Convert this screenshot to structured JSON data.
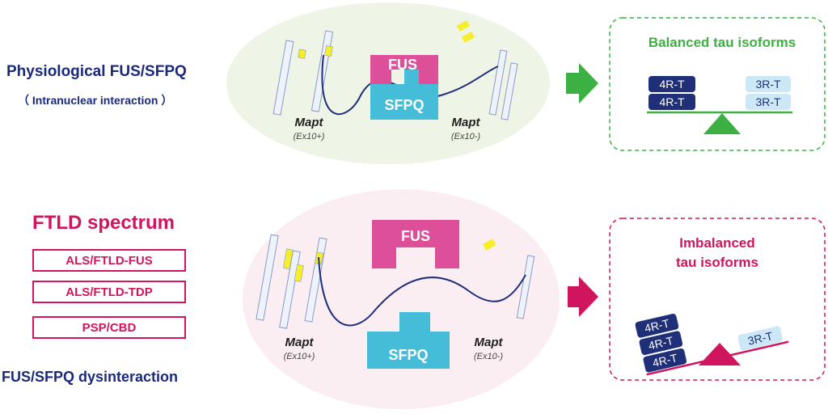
{
  "left_panel": {
    "top_title": "Physiological FUS/SFPQ",
    "top_subtitle": "（ Intranuclear interaction ）",
    "ftld_title": "FTLD spectrum",
    "disease_boxes": [
      "ALS/FTLD-FUS",
      "ALS/FTLD-TDP",
      "PSP/CBD"
    ],
    "bottom_caption": "FUS/SFPQ dysinteraction"
  },
  "top_cell": {
    "fus_label": "FUS",
    "sfpq_label": "SFPQ",
    "mapt_left": "Mapt",
    "mapt_left_sub": "(Ex10+)",
    "mapt_right": "Mapt",
    "mapt_right_sub": "(Ex10-)"
  },
  "bottom_cell": {
    "fus_label": "FUS",
    "sfpq_label": "SFPQ",
    "mapt_left": "Mapt",
    "mapt_left_sub": "(Ex10+)",
    "mapt_right": "Mapt",
    "mapt_right_sub": "(Ex10-)"
  },
  "top_result": {
    "title": "Balanced tau isoforms",
    "left_blocks": [
      "4R-T",
      "4R-T"
    ],
    "right_blocks": [
      "3R-T",
      "3R-T"
    ]
  },
  "bottom_result": {
    "title_line1": "Imbalanced",
    "title_line2": "tau isoforms",
    "left_blocks": [
      "4R-T",
      "4R-T",
      "4R-T"
    ],
    "right_blocks": [
      "3R-T"
    ]
  },
  "colors": {
    "navy": "#1a2a7a",
    "pink": "#d0145e",
    "green": "#3cb043",
    "fus_magenta": "#de4f9a",
    "sfpq_cyan": "#45bcd8",
    "yellow": "#f6ee2a",
    "light_blue_block": "#cce8f6"
  }
}
